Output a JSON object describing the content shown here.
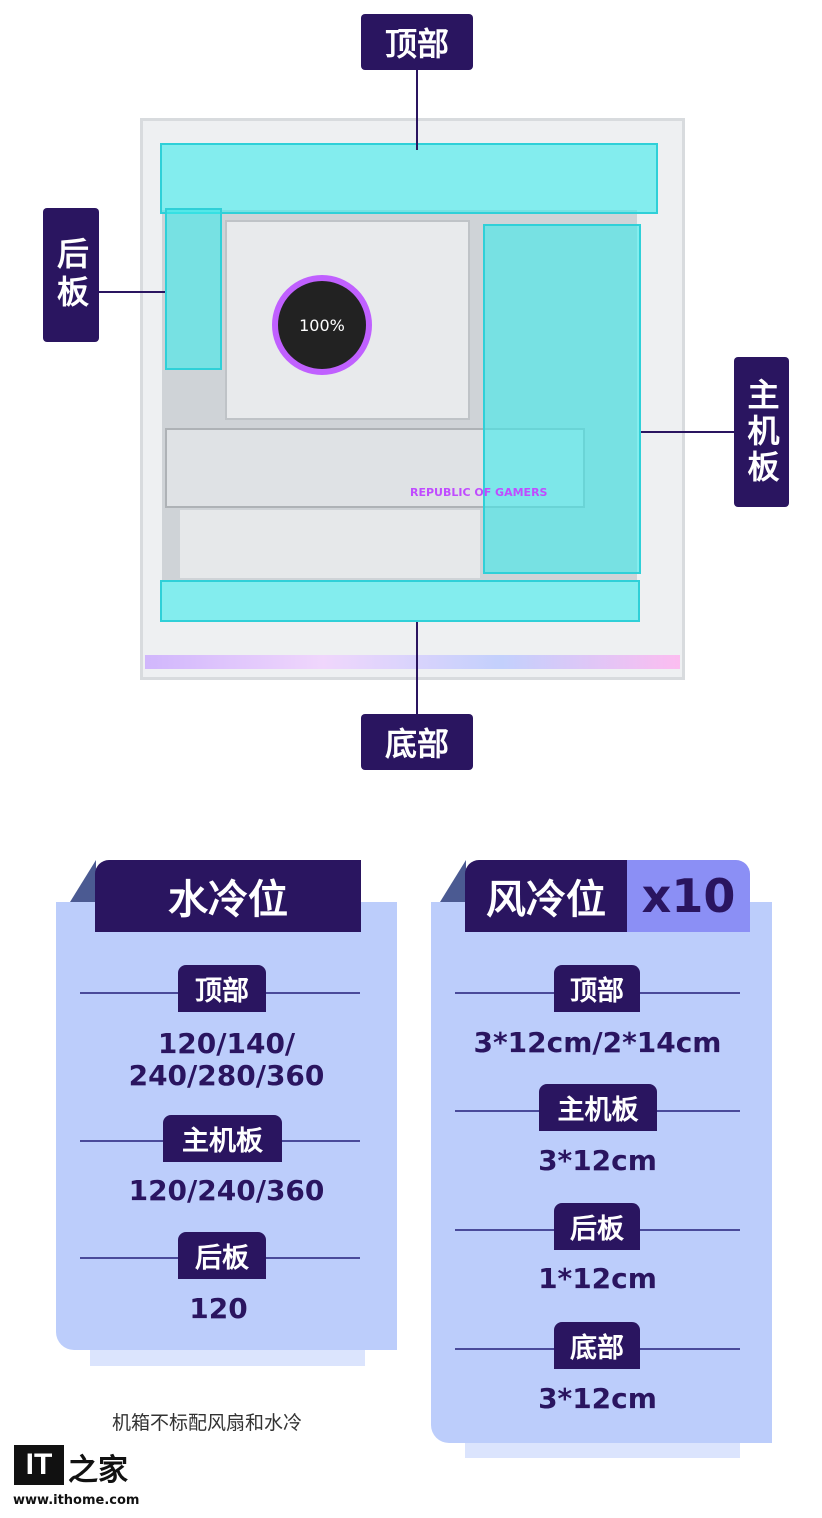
{
  "diagram": {
    "labels": {
      "top": "顶部",
      "rear": "后板",
      "mainboard": "主机板",
      "bottom": "底部"
    },
    "cooler_display": "100%",
    "gpu_brand": "REPUBLIC OF GAMERS"
  },
  "water": {
    "title": "水冷位",
    "rows": [
      {
        "label": "顶部",
        "value": "120/140/\n240/280/360"
      },
      {
        "label": "主机板",
        "value": "120/240/360"
      },
      {
        "label": "后板",
        "value": "120"
      }
    ]
  },
  "air": {
    "title": "风冷位",
    "count": "x10",
    "rows": [
      {
        "label": "顶部",
        "value": "3*12cm/2*14cm"
      },
      {
        "label": "主机板",
        "value": "3*12cm"
      },
      {
        "label": "后板",
        "value": "1*12cm"
      },
      {
        "label": "底部",
        "value": "3*12cm"
      }
    ]
  },
  "note": "机箱不标配风扇和水冷",
  "logo": {
    "text": "IT之家",
    "url": "www.ithome.com"
  },
  "colors": {
    "navy": "#2a1560",
    "panel": "#bccdfb",
    "cyan": "#3cebeb",
    "accent": "#8b8ff5"
  }
}
